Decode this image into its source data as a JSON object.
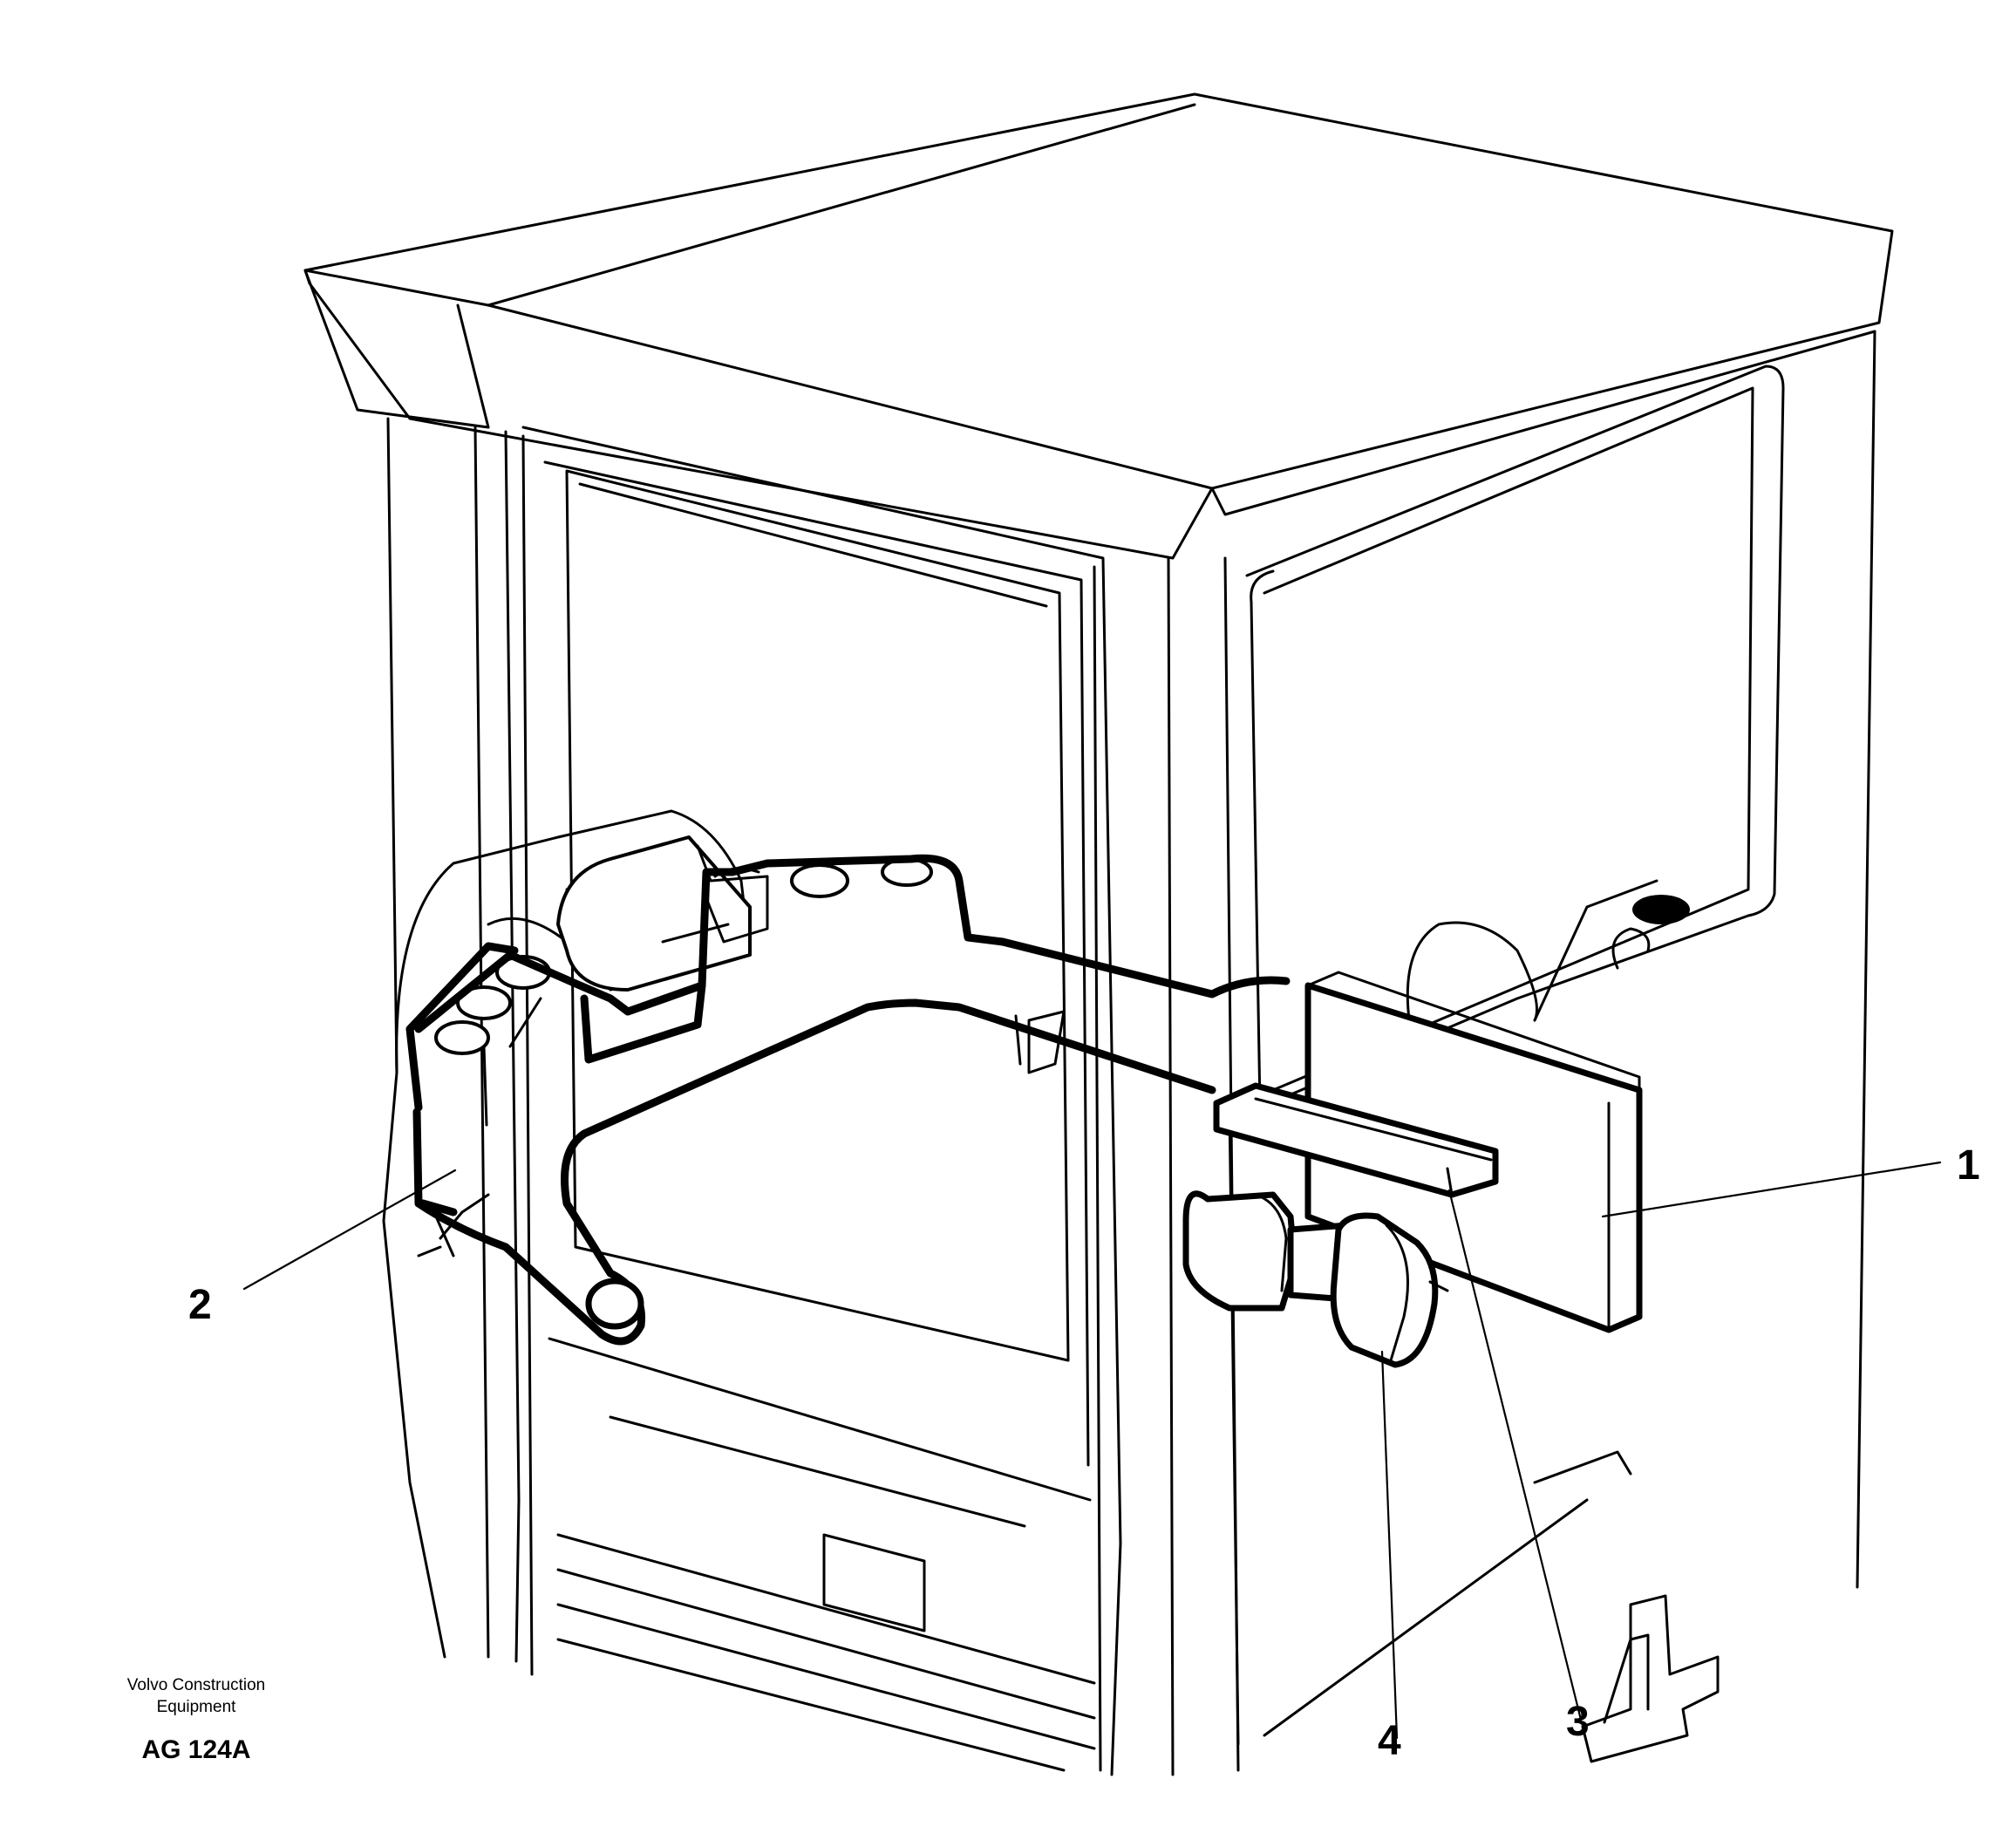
{
  "figure": {
    "company_line1": "Volvo Construction",
    "company_line2": "Equipment",
    "figure_code": "AG 124A"
  },
  "callouts": [
    {
      "number": "1"
    },
    {
      "number": "2"
    },
    {
      "number": "3"
    },
    {
      "number": "4"
    }
  ]
}
